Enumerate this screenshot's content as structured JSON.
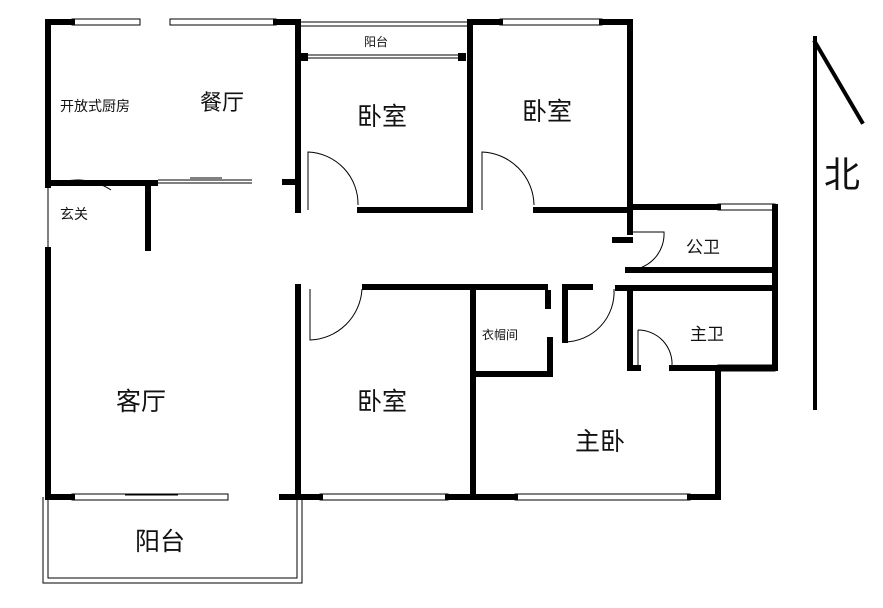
{
  "rooms": {
    "open_kitchen": "开放式厨房",
    "dining": "餐厅",
    "balcony_north": "阳台",
    "bedroom_north_1": "卧室",
    "bedroom_north_2": "卧室",
    "entrance": "玄关",
    "public_bath": "公卫",
    "master_bath": "主卫",
    "closet": "衣帽间",
    "living": "客厅",
    "bedroom_south": "卧室",
    "master_bedroom": "主卧",
    "balcony_south": "阳台"
  },
  "north_arrow": {
    "label": "北"
  }
}
